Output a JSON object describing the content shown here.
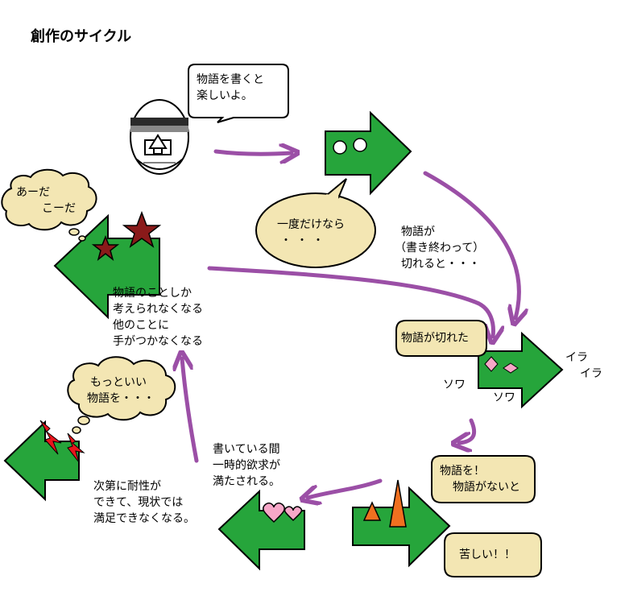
{
  "title": "創作のサイクル",
  "colors": {
    "arrow_green": "#26a53b",
    "cycle_purple": "#9b4fa6",
    "bubble_tan": "#f3e6b3",
    "star_red": "#8a1a1a",
    "spike_red": "#e8141c",
    "heart_pink": "#f7a7c8",
    "cone_orange": "#f07020"
  },
  "stages": [
    {
      "id": "writer",
      "icon": "helmet-character-icon",
      "bubble": [
        "物語を書くと",
        "楽しいよ。"
      ]
    },
    {
      "id": "happy",
      "icon": "green-arrow-with-eyes-icon",
      "thought": [
        "一度だけなら",
        "・・・"
      ]
    },
    {
      "id": "withdrawal",
      "icon": "green-arrow-fidgeting-icon",
      "cause": [
        "物語が",
        "（書き終わって）",
        "切れると・・・"
      ],
      "bubble": [
        "物語が切れた"
      ],
      "effects": [
        "ソワ",
        "ソワ",
        "イラ",
        "イラ"
      ]
    },
    {
      "id": "suffering",
      "icon": "green-arrow-with-flames-icon",
      "bubble1": [
        "物語を！",
        "物語がないと"
      ],
      "bubble2": [
        "苦しい！！"
      ]
    },
    {
      "id": "relief",
      "icon": "green-arrow-with-hearts-icon",
      "text": [
        "書いている間",
        "一時的欲求が",
        "満たされる。"
      ]
    },
    {
      "id": "tolerance",
      "icon": "green-arrow-with-lightning-icon",
      "thought": [
        "もっといい",
        "物語を・・・"
      ],
      "text": [
        "次第に耐性が",
        "できて、現状では",
        "満足できなくなる。"
      ]
    },
    {
      "id": "obsession",
      "icon": "green-arrow-with-stars-icon",
      "thought": [
        "あーだ",
        "こーだ"
      ],
      "text": [
        "物語のことしか",
        "考えられなくなる",
        "他のことに",
        "手がつかなくなる"
      ]
    }
  ]
}
